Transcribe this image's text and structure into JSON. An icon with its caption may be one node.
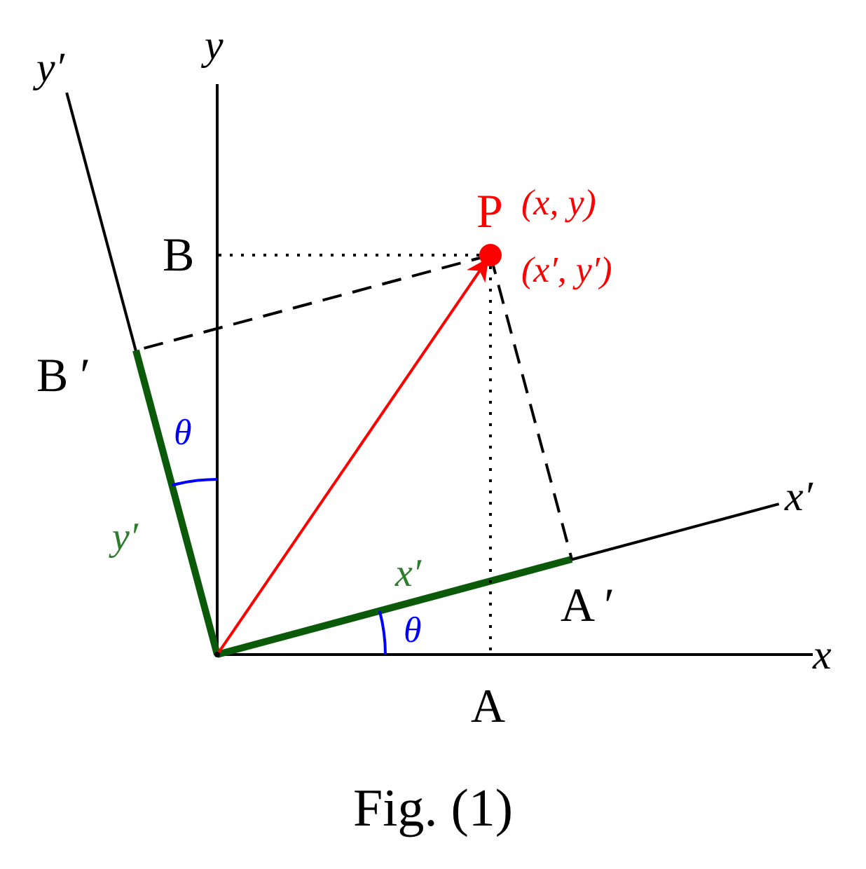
{
  "diagram": {
    "caption": "Fig. (1)",
    "nodes": [
      {
        "text": [
          "P"
        ],
        "beside": [
          "(x, y)",
          "(x′, y′)"
        ]
      },
      {
        "text": [],
        "shape": "point"
      }
    ],
    "edges": [
      {
        "from": 1,
        "to": 0,
        "arrow": "to",
        "color": "#ff0000"
      }
    ],
    "labels": [
      "y′",
      "y",
      "B",
      "B ′",
      "θ",
      "y′",
      "x′",
      "x′",
      "A ′",
      "θ",
      "x",
      "A"
    ]
  }
}
